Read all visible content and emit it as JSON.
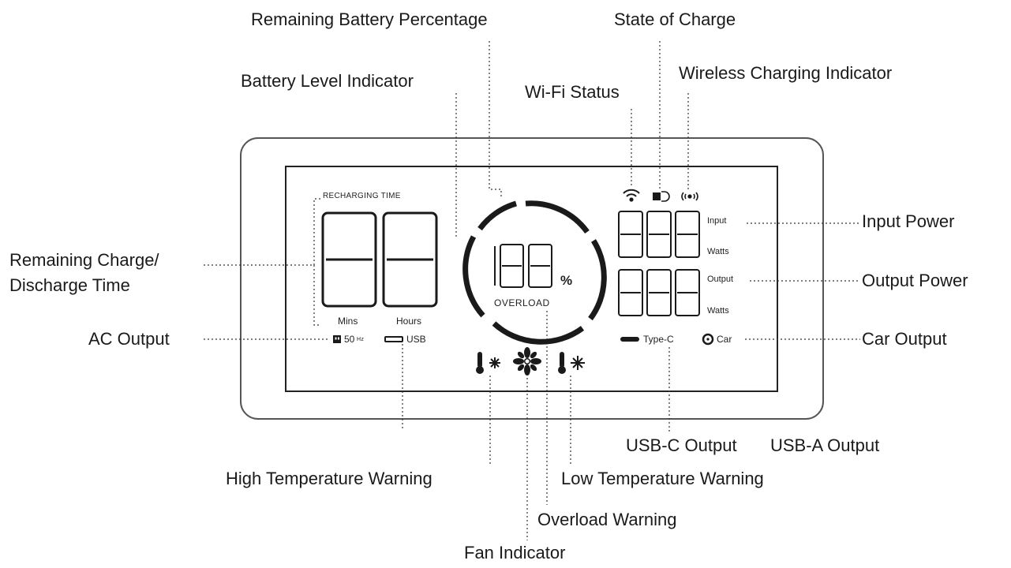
{
  "callouts": {
    "remaining_battery_percentage": "Remaining Battery Percentage",
    "state_of_charge": "State of Charge",
    "battery_level_indicator": "Battery Level Indicator",
    "wifi_status": "Wi-Fi Status",
    "wireless_charging_indicator": "Wireless Charging Indicator",
    "input_power": "Input Power",
    "remaining_charge_discharge_time": "Remaining Charge/ Discharge Time",
    "output_power": "Output Power",
    "ac_output": "AC Output",
    "car_output": "Car Output",
    "usb_c_output": "USB-C Output",
    "usb_a_output": "USB-A Output",
    "high_temperature_warning": "High Temperature Warning",
    "low_temperature_warning": "Low Temperature Warning",
    "overload_warning": "Overload Warning",
    "fan_indicator": "Fan Indicator"
  },
  "display": {
    "recharging_time": "RECHARGING TIME",
    "mins": "Mins",
    "hours": "Hours",
    "ac_freq": "50",
    "ac_unit": "Hz",
    "usb": "USB",
    "percent_sign": "%",
    "overload": "OVERLOAD",
    "input": "Input",
    "output": "Output",
    "watts": "Watts",
    "type_c": "Type-C",
    "car": "Car"
  },
  "icons": [
    "wifi-icon",
    "battery-plug-icon",
    "wireless-charging-icon",
    "thermometer-sun-icon",
    "fan-icon",
    "thermometer-snow-icon"
  ],
  "colors": {
    "ink": "#1a1a1a",
    "frame": "#444444",
    "background": "#ffffff"
  }
}
